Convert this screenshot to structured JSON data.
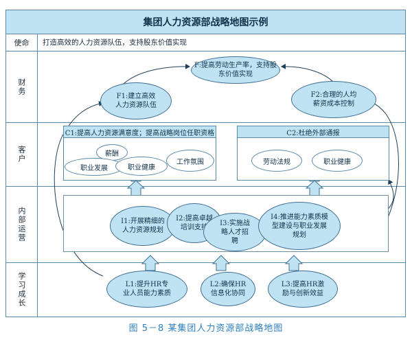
{
  "title": "集团人力资源部战略地图示例",
  "rows": {
    "mission": "使命",
    "finance": "财务",
    "customer": "客户",
    "internal": "内部运营",
    "learning": "学习成长"
  },
  "mission_text": "打造高效的人力资源队伍，支持股东价值实现",
  "finance": {
    "F": "F:提高劳动生产率，支持股东价值实现",
    "F1": "F1:建立高效人力资源队伍",
    "F2": "F2:合理的人均薪资成本控制"
  },
  "customer": {
    "C1": {
      "title": "C1:提高人力资源满意度；提高战略岗位任职资格",
      "items": [
        "薪酬",
        "职业发展",
        "职业健康",
        "工作氛围"
      ]
    },
    "C2": {
      "title": "C2:杜绝外部通报",
      "items": [
        "劳动法规",
        "职业健康"
      ]
    }
  },
  "internal": {
    "I1": "I1:开展精细的人力资源规划",
    "I2": "I2:提高卓越培训支持",
    "I3": "I3:实施战略人才招聘",
    "I4": "I4:推进能力素质模型建设与职业发展规划"
  },
  "learning": {
    "L1": "L1:提升HR专业人员能力素质",
    "L2": "L2:确保HR信息化协同",
    "L3": "L3:提高HR激励与创新效益"
  },
  "caption": "图 5－8   某集团人力资源部战略地图",
  "colors": {
    "fill": "#bfe3f3",
    "stroke": "#3f6f92",
    "caption": "#2d7fbf"
  }
}
